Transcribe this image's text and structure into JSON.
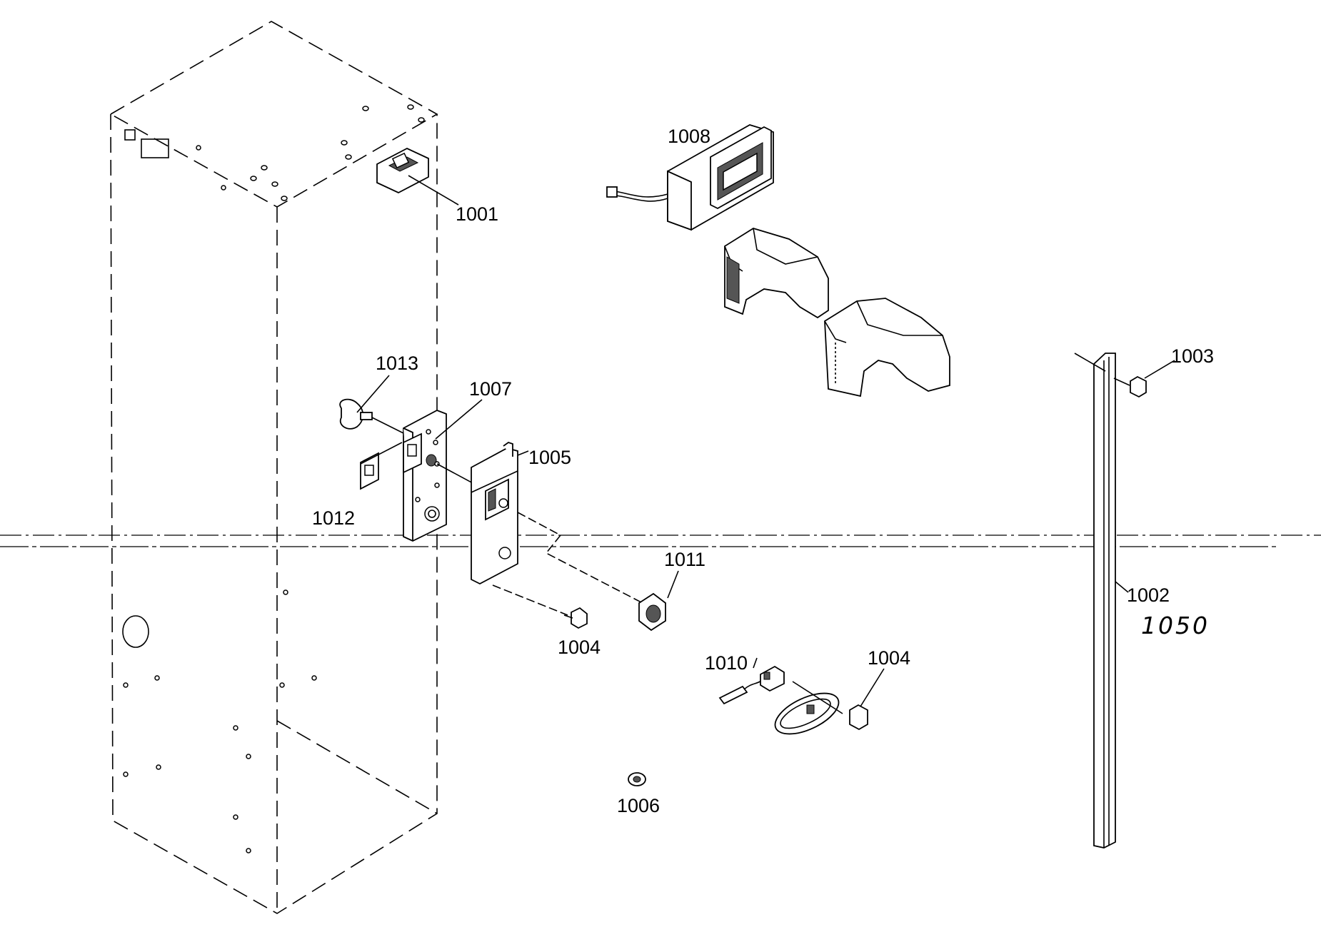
{
  "diagram": {
    "labels": {
      "p1001": "1001",
      "p1002": "1002",
      "p1003": "1003",
      "p1004a": "1004",
      "p1004b": "1004",
      "p1005": "1005",
      "p1006": "1006",
      "p1007": "1007",
      "p1008": "1008",
      "p1010": "1010",
      "p1011": "1011",
      "p1012": "1012",
      "p1013": "1013",
      "handwritten": "1050"
    }
  }
}
